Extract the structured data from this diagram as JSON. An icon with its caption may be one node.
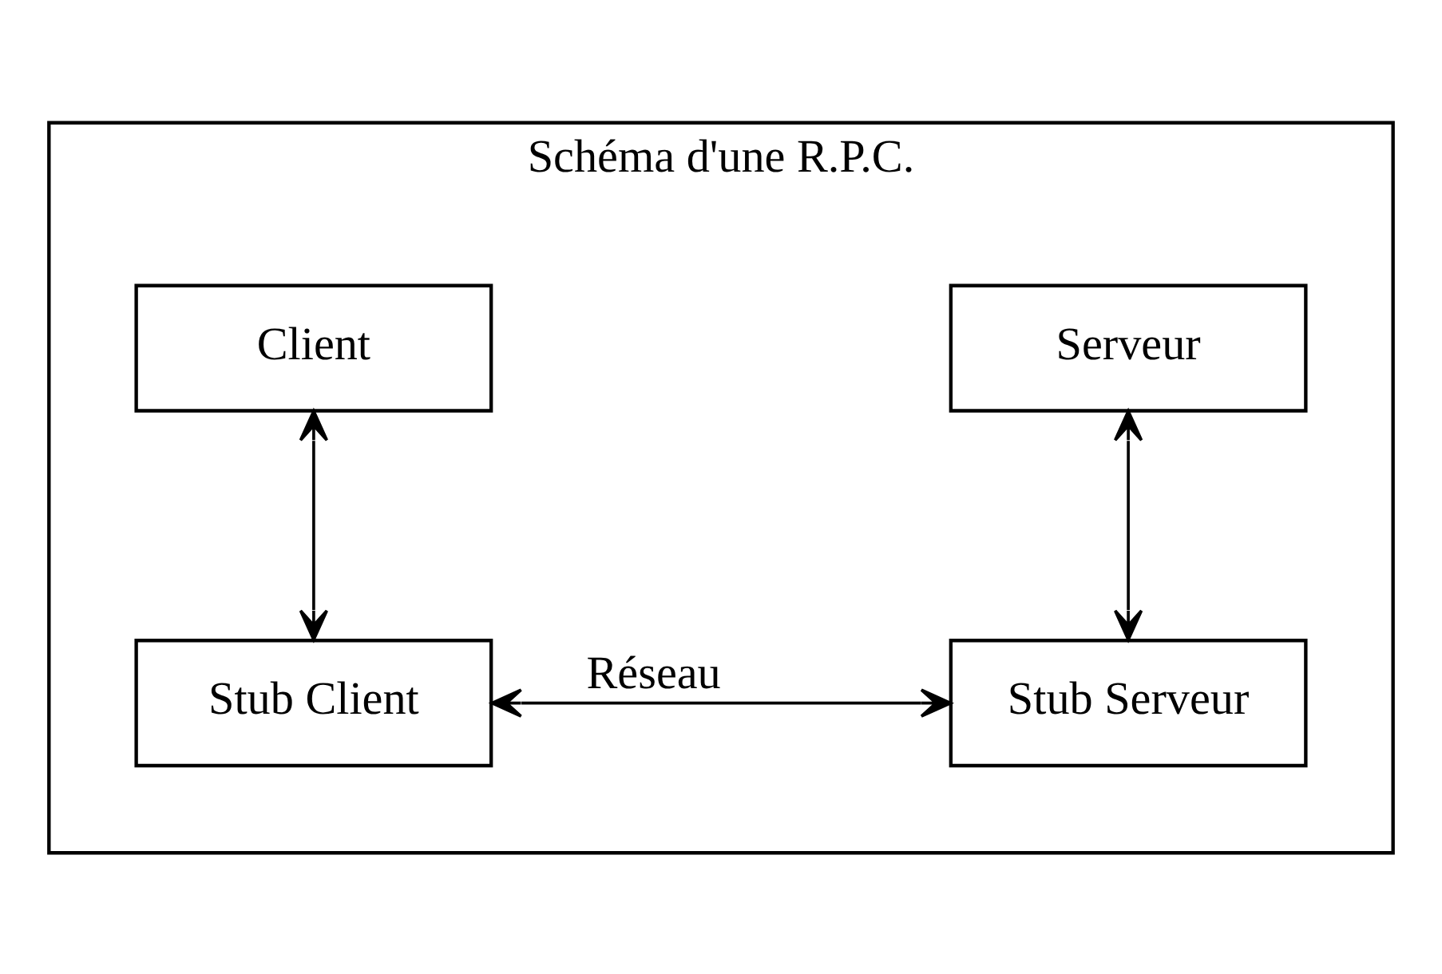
{
  "diagram": {
    "nodes": [
      {
        "text": [
          "Schéma d'une R.P.C."
        ]
      },
      {
        "text": [
          "Client"
        ],
        "in": 0
      },
      {
        "text": [
          "Serveur"
        ],
        "in": 0
      },
      {
        "text": [
          "Stub Client"
        ],
        "in": 0
      },
      {
        "text": [
          "Stub Serveur"
        ],
        "in": 0
      }
    ],
    "edges": [
      {
        "from": 1,
        "to": 3,
        "arrow": "both"
      },
      {
        "from": 2,
        "to": 4,
        "arrow": "both"
      },
      {
        "from": 3,
        "to": 4,
        "arrow": "both",
        "label": "Réseau"
      }
    ]
  }
}
